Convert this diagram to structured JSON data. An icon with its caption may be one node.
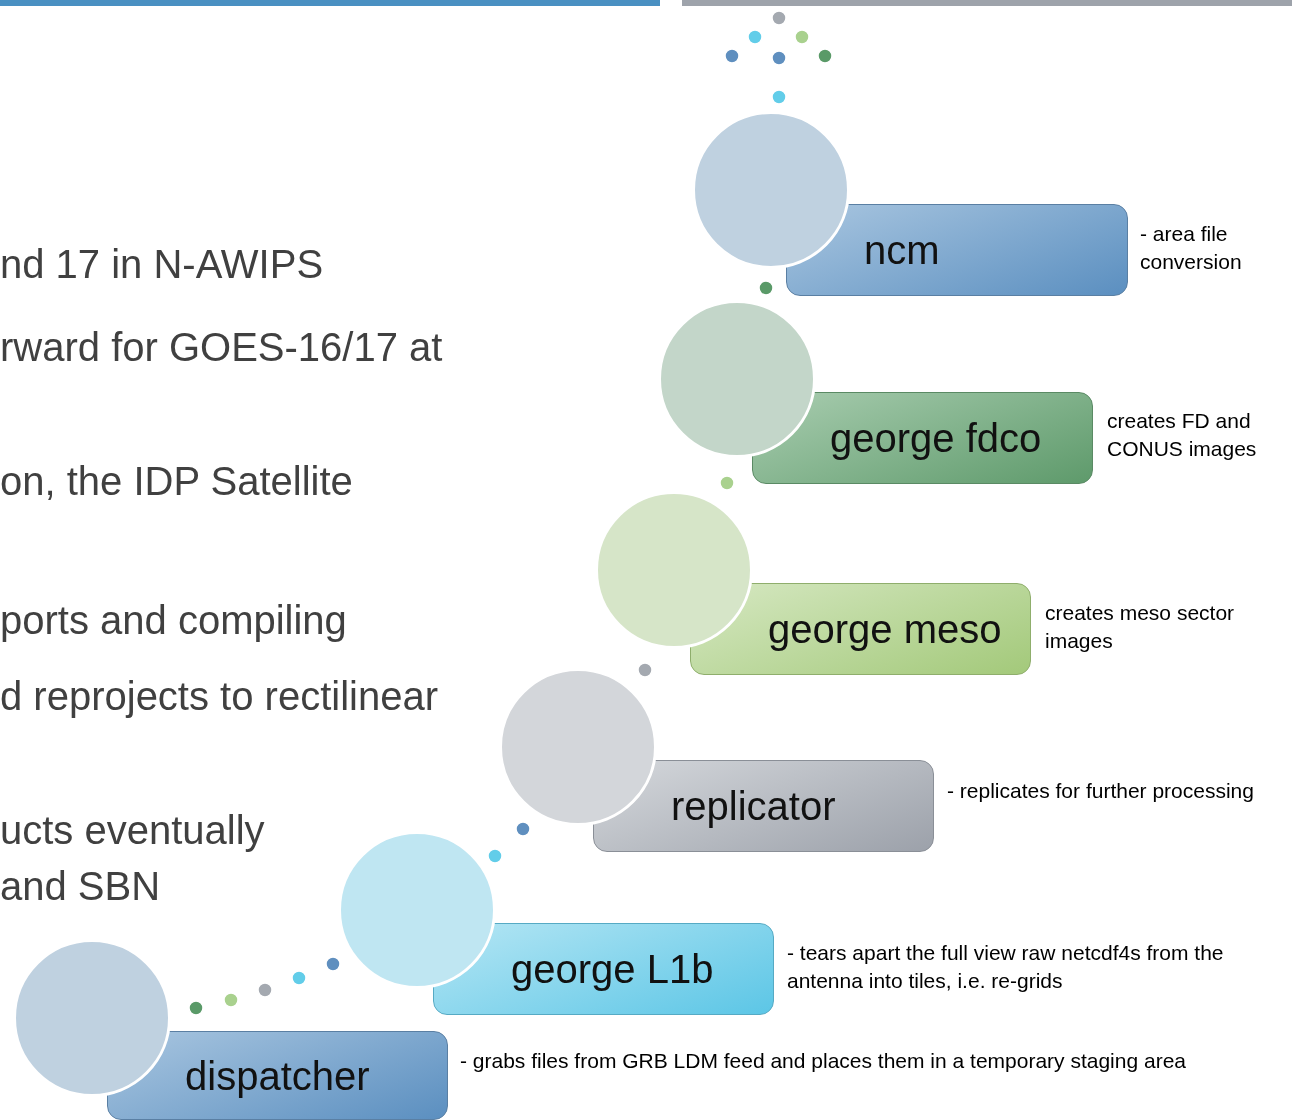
{
  "diagram": {
    "nodes": [
      {
        "text": [
          "ncm"
        ],
        "beside": [
          "- area file conversion"
        ]
      },
      {
        "text": [
          "george fdco"
        ],
        "beside": [
          "creates FD and CONUS images"
        ]
      },
      {
        "text": [
          "george meso"
        ],
        "beside": [
          "creates meso sector images"
        ]
      },
      {
        "text": [
          "replicator"
        ],
        "beside": [
          "- replicates for further processing"
        ]
      },
      {
        "text": [
          "george L1b"
        ],
        "beside": [
          "- tears apart the full view raw netcdf4s from the antenna into tiles, i.e. re-grids"
        ]
      },
      {
        "text": [
          "dispatcher"
        ],
        "beside": [
          "- grabs files from GRB LDM feed and places them in a temporary staging area"
        ]
      }
    ],
    "labels": [
      "nd 17 in N-AWIPS",
      "rward for GOES-16/17 at",
      "on, the IDP Satellite",
      "ports and compiling",
      "d reprojects to rectilinear",
      "ucts eventually",
      "and SBN"
    ]
  }
}
